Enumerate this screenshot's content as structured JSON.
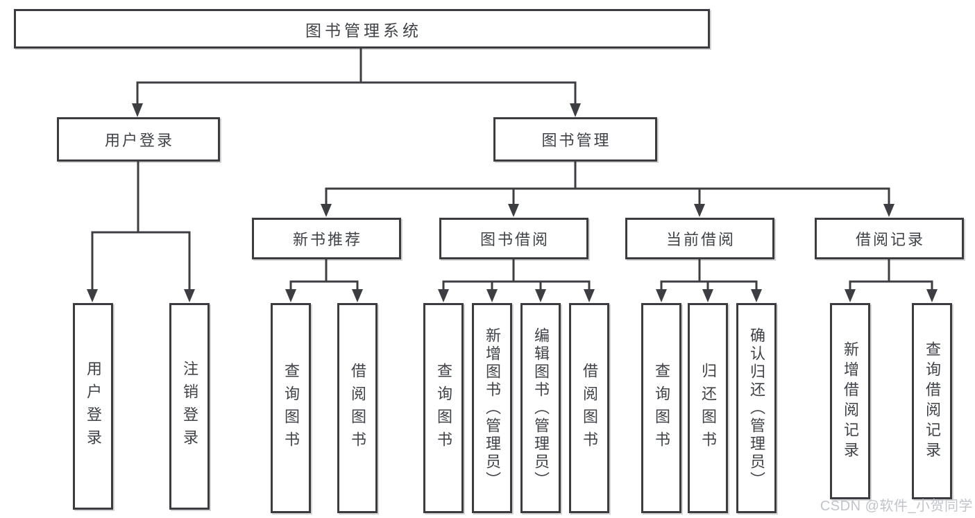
{
  "diagram": {
    "root": {
      "label": "图书管理系统"
    },
    "branches": [
      {
        "label": "用户登录",
        "children": [
          {
            "label": "用户登录"
          },
          {
            "label": "注销登录"
          }
        ]
      },
      {
        "label": "图书管理",
        "children": [
          {
            "label": "新书推荐",
            "children": [
              {
                "label": "查询图书"
              },
              {
                "label": "借阅图书"
              }
            ]
          },
          {
            "label": "图书借阅",
            "children": [
              {
                "label": "查询图书"
              },
              {
                "label": "新增图书（管理员）"
              },
              {
                "label": "编辑图书（管理员）"
              },
              {
                "label": "借阅图书"
              }
            ]
          },
          {
            "label": "当前借阅",
            "children": [
              {
                "label": "查询图书"
              },
              {
                "label": "归还图书"
              },
              {
                "label": "确认归还（管理员）"
              }
            ]
          },
          {
            "label": "借阅记录",
            "children": [
              {
                "label": "新增借阅记录"
              },
              {
                "label": "查询借阅记录"
              }
            ]
          }
        ]
      }
    ]
  },
  "watermark": {
    "text": "CSDN @软件_小贺同学"
  },
  "colors": {
    "line": "#3c3e41",
    "box_border": "#3a3c3f",
    "text": "#3f4247",
    "watermark": "#c0c4ca",
    "background": "#ffffff"
  }
}
